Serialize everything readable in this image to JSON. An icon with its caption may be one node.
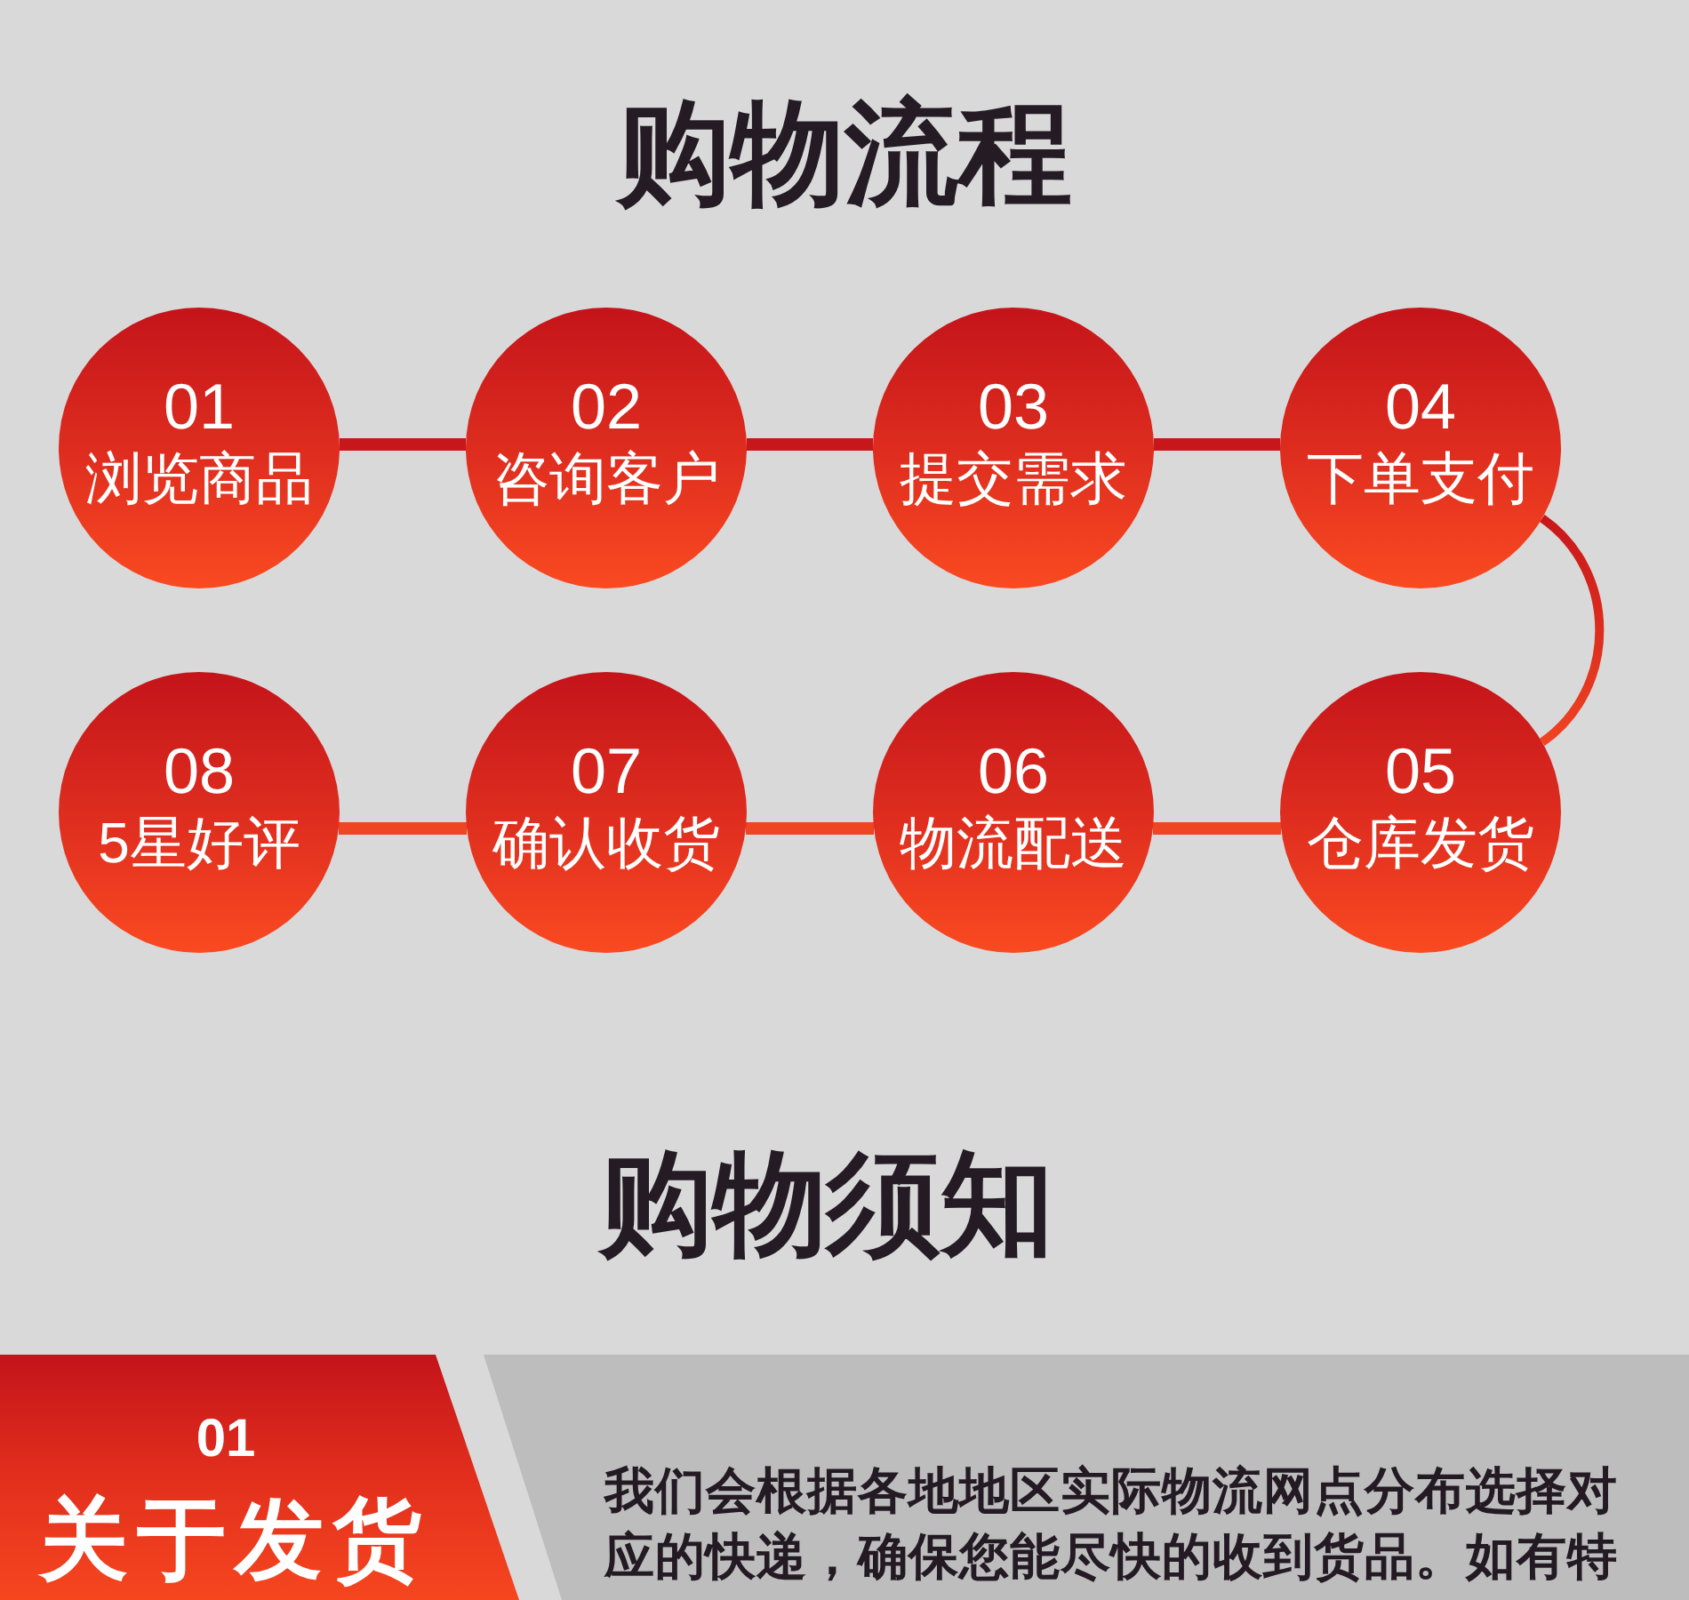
{
  "diagram": {
    "title": "购物流程",
    "nodes": [
      {
        "text": [
          "01",
          "浏览商品"
        ]
      },
      {
        "text": [
          "02",
          "咨询客户"
        ]
      },
      {
        "text": [
          "03",
          "提交需求"
        ]
      },
      {
        "text": [
          "04",
          "下单支付"
        ]
      },
      {
        "text": [
          "05",
          "仓库发货"
        ]
      },
      {
        "text": [
          "06",
          "物流配送"
        ]
      },
      {
        "text": [
          "07",
          "确认收货"
        ]
      },
      {
        "text": [
          "08",
          "5星好评"
        ]
      },
      {
        "text": [
          "01",
          "关于发货"
        ]
      },
      {
        "text": [
          "我们会根据各地地区实际物流网点分布选择对应的快递，确保您能尽快的收到货品。如有特"
        ]
      }
    ],
    "edges": [
      {
        "from": 0,
        "to": 1,
        "arrow": "none"
      },
      {
        "from": 1,
        "to": 2,
        "arrow": "none"
      },
      {
        "from": 2,
        "to": 3,
        "arrow": "none"
      },
      {
        "from": 3,
        "to": 4,
        "arrow": "none"
      },
      {
        "from": 4,
        "to": 5,
        "arrow": "none",
        "color": "#ef4523"
      },
      {
        "from": 5,
        "to": 6,
        "arrow": "none",
        "color": "#ef4523"
      },
      {
        "from": 6,
        "to": 7,
        "arrow": "none",
        "color": "#ef4523"
      }
    ],
    "labels": [
      "购物须知"
    ]
  }
}
